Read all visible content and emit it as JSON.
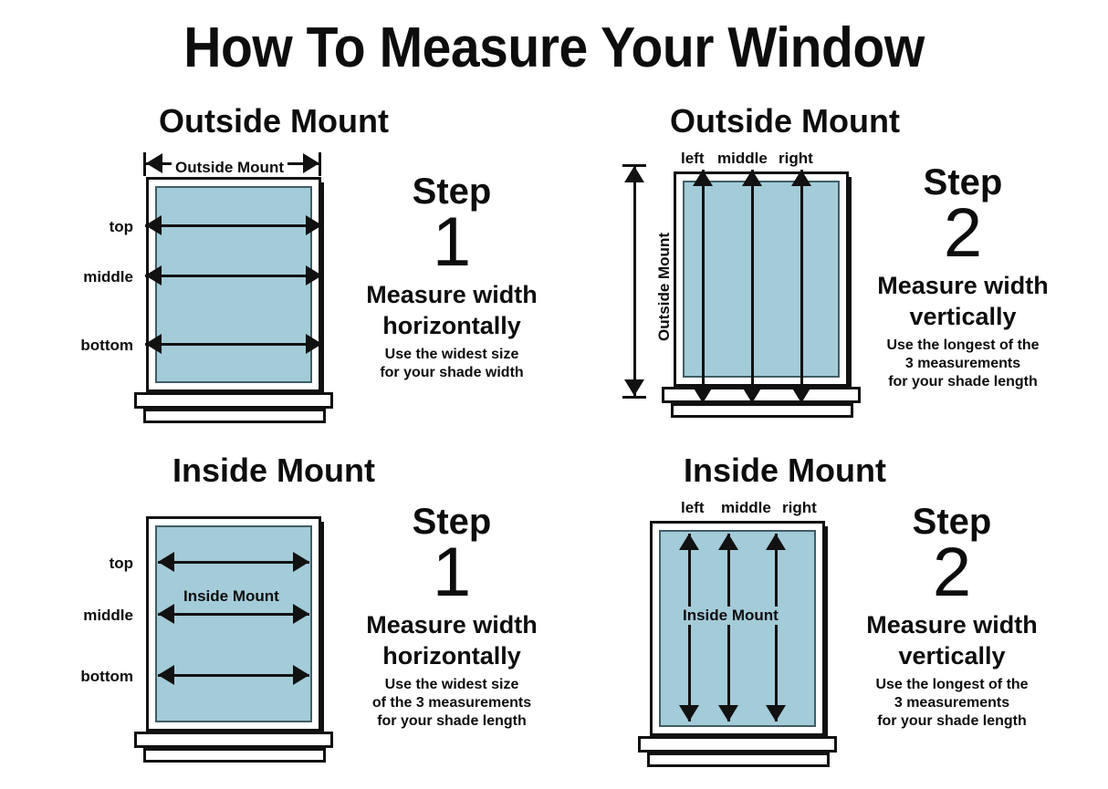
{
  "title": "How To Measure Your Window",
  "accent_glass_color": "#a3cbd8",
  "line_color": "#111111",
  "quadrants": [
    {
      "id": "outside-mount-step-1",
      "heading": "Outside Mount",
      "measure_caption": "Outside Mount",
      "row_labels": [
        "top",
        "middle",
        "bottom"
      ],
      "step_word": "Step",
      "step_number": "1",
      "step_head_line1": "Measure width",
      "step_head_line2": "horizontally",
      "step_sub_lines": [
        "Use the widest size",
        "for your shade width"
      ]
    },
    {
      "id": "outside-mount-step-2",
      "heading": "Outside Mount",
      "measure_caption": "Outside Mount",
      "column_labels": [
        "left",
        "middle",
        "right"
      ],
      "step_word": "Step",
      "step_number": "2",
      "step_head_line1": "Measure width",
      "step_head_line2": "vertically",
      "step_sub_lines": [
        "Use the longest of the",
        "3 measurements",
        "for your shade length"
      ]
    },
    {
      "id": "inside-mount-step-1",
      "heading": "Inside Mount",
      "measure_caption": "Inside Mount",
      "row_labels": [
        "top",
        "middle",
        "bottom"
      ],
      "step_word": "Step",
      "step_number": "1",
      "step_head_line1": "Measure width",
      "step_head_line2": "horizontally",
      "step_sub_lines": [
        "Use the widest size",
        "of the 3 measurements",
        "for your shade length"
      ]
    },
    {
      "id": "inside-mount-step-2",
      "heading": "Inside Mount",
      "measure_caption": "Inside Mount",
      "column_labels": [
        "left",
        "middle",
        "right"
      ],
      "step_word": "Step",
      "step_number": "2",
      "step_head_line1": "Measure width",
      "step_head_line2": "vertically",
      "step_sub_lines": [
        "Use the longest of the",
        "3 measurements",
        "for your shade length"
      ]
    }
  ]
}
